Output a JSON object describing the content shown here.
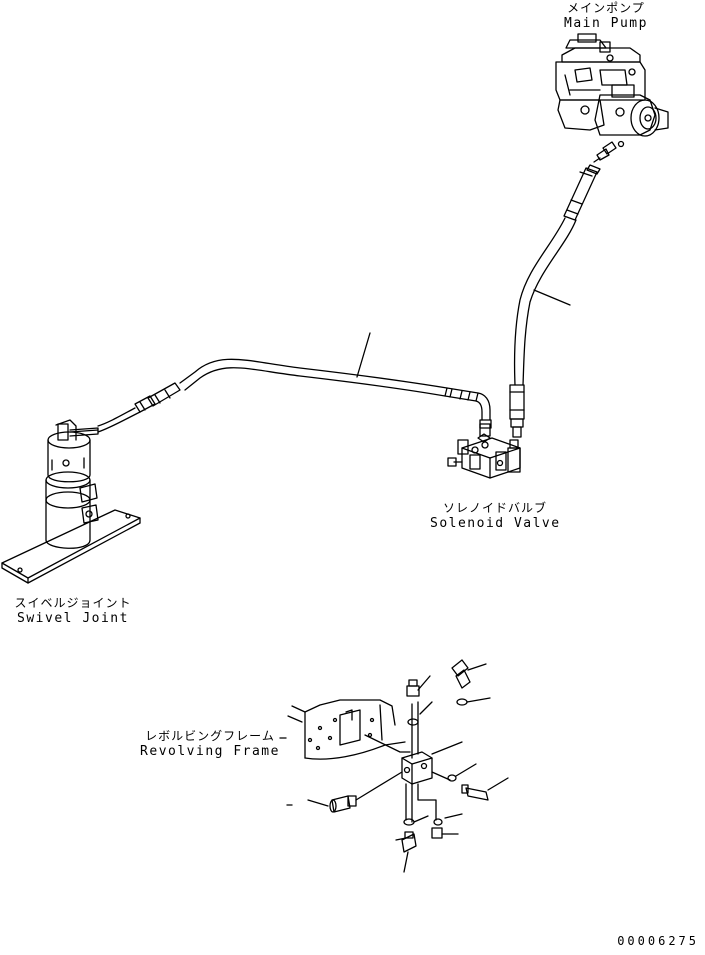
{
  "labels": {
    "main_pump": {
      "jp": "メインポンプ",
      "en": "Main Pump"
    },
    "solenoid_valve": {
      "jp": "ソレノイドバルブ",
      "en": "Solenoid Valve"
    },
    "swivel_joint": {
      "jp": "スイベルジョイント",
      "en": "Swivel Joint"
    },
    "revolving_frame": {
      "jp": "レボルビングフレーム",
      "en": "Revolving Frame"
    }
  },
  "drawing_code": "00006275"
}
